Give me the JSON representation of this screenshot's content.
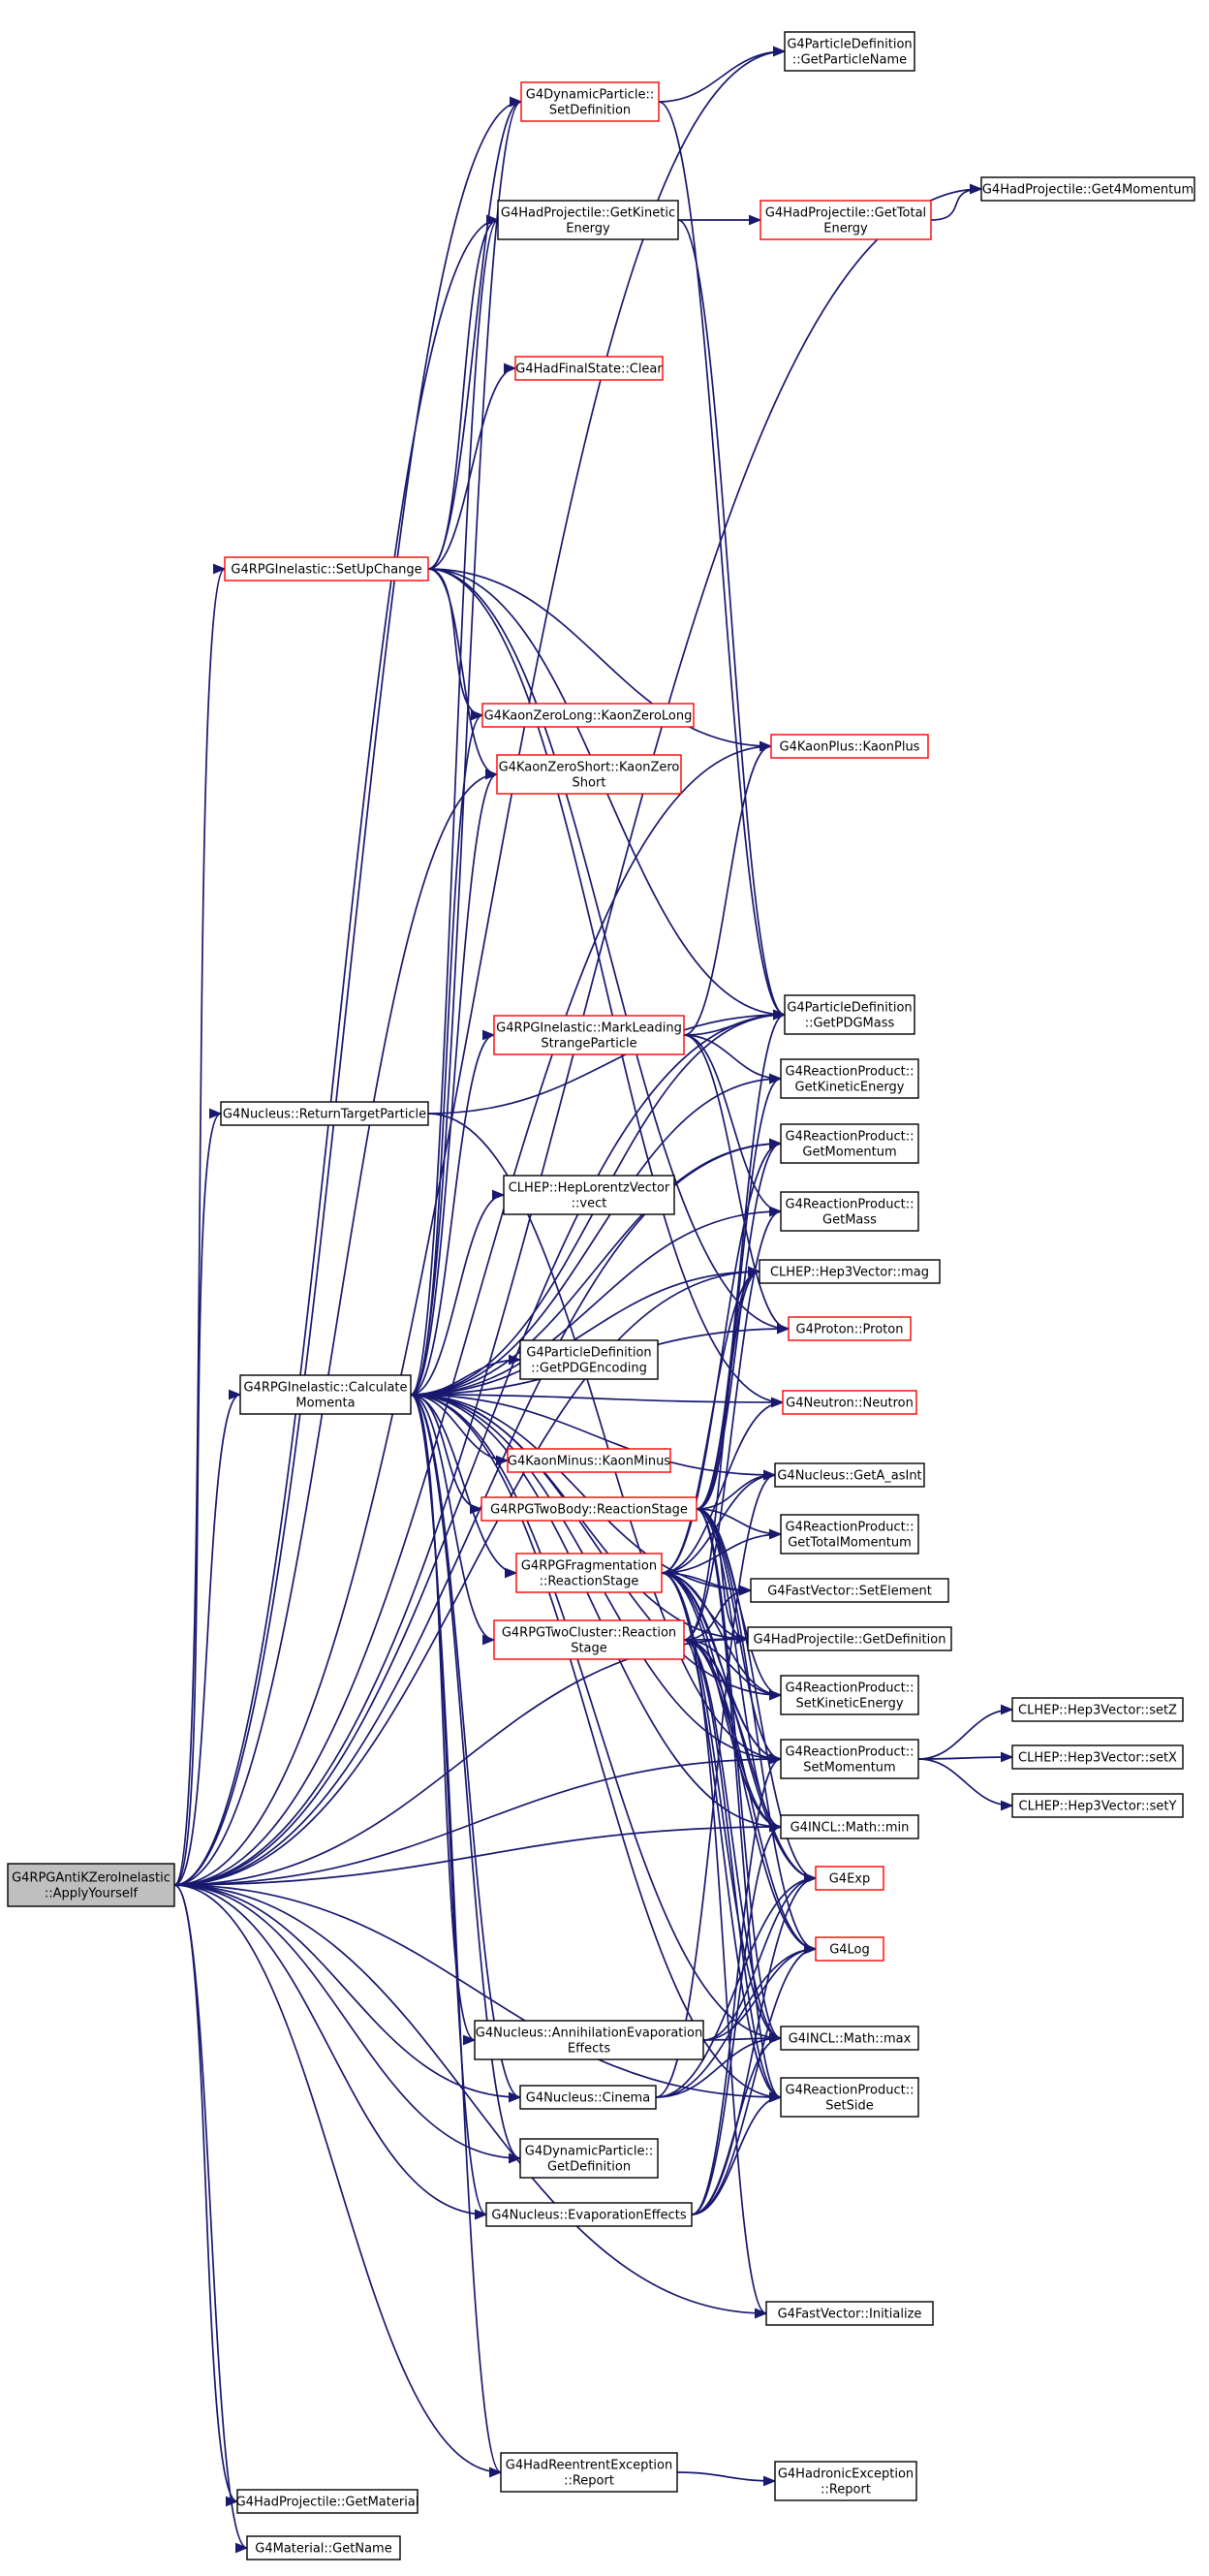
{
  "colors": {
    "edge": "#191970",
    "linked_border": "#ff0000",
    "plain_border": "#000000",
    "root_fill": "#bfbfbf"
  },
  "nodes": {
    "root": [
      "G4RPGAntiKZeroInelastic",
      "::ApplyYourself"
    ],
    "setUpChange": [
      "G4RPGInelastic::SetUpChange"
    ],
    "returnTarget": [
      "G4Nucleus::ReturnTargetParticle"
    ],
    "calcMomenta": [
      "G4RPGInelastic::Calculate",
      "Momenta"
    ],
    "hadGetMaterial": [
      "G4HadProjectile::GetMaterial"
    ],
    "matGetName": [
      "G4Material::GetName"
    ],
    "dynSetDef": [
      "G4DynamicParticle::",
      "SetDefinition"
    ],
    "hadGetKinetic": [
      "G4HadProjectile::GetKinetic",
      "Energy"
    ],
    "finalClear": [
      "G4HadFinalState::Clear"
    ],
    "kzLong": [
      "G4KaonZeroLong::KaonZeroLong"
    ],
    "kzShort": [
      "G4KaonZeroShort::KaonZero",
      "Short"
    ],
    "markLeading": [
      "G4RPGInelastic::MarkLeading",
      "StrangeParticle"
    ],
    "lorentzVect": [
      "CLHEP::HepLorentzVector",
      "::vect"
    ],
    "pdgEncoding": [
      "G4ParticleDefinition",
      "::GetPDGEncoding"
    ],
    "kaonMinus": [
      "G4KaonMinus::KaonMinus"
    ],
    "twoBody": [
      "G4RPGTwoBody::ReactionStage"
    ],
    "fragmentation": [
      "G4RPGFragmentation",
      "::ReactionStage"
    ],
    "twoCluster": [
      "G4RPGTwoCluster::Reaction",
      "Stage"
    ],
    "annihilation": [
      "G4Nucleus::AnnihilationEvaporation",
      "Effects"
    ],
    "cinema": [
      "G4Nucleus::Cinema"
    ],
    "dynGetDef": [
      "G4DynamicParticle::",
      "GetDefinition"
    ],
    "evapEffects": [
      "G4Nucleus::EvaporationEffects"
    ],
    "reentrant": [
      "G4HadReentrentException",
      "::Report"
    ],
    "getParticleName": [
      "G4ParticleDefinition",
      "::GetParticleName"
    ],
    "hadGetTotal": [
      "G4HadProjectile::GetTotal",
      "Energy"
    ],
    "hadGet4Mom": [
      "G4HadProjectile::Get4Momentum"
    ],
    "kaonPlus": [
      "G4KaonPlus::KaonPlus"
    ],
    "getPDGMass": [
      "G4ParticleDefinition",
      "::GetPDGMass"
    ],
    "rpGetKinetic": [
      "G4ReactionProduct::",
      "GetKineticEnergy"
    ],
    "rpGetMomentum": [
      "G4ReactionProduct::",
      "GetMomentum"
    ],
    "rpGetMass": [
      "G4ReactionProduct::",
      "GetMass"
    ],
    "hep3Mag": [
      "CLHEP::Hep3Vector::mag"
    ],
    "proton": [
      "G4Proton::Proton"
    ],
    "neutron": [
      "G4Neutron::Neutron"
    ],
    "getAasInt": [
      "G4Nucleus::GetA_asInt"
    ],
    "rpGetTotalMom": [
      "G4ReactionProduct::",
      "GetTotalMomentum"
    ],
    "fastSetElement": [
      "G4FastVector::SetElement"
    ],
    "hadGetDefinition": [
      "G4HadProjectile::GetDefinition"
    ],
    "rpSetKinetic": [
      "G4ReactionProduct::",
      "SetKineticEnergy"
    ],
    "rpSetMomentum": [
      "G4ReactionProduct::",
      "SetMomentum"
    ],
    "inclMin": [
      "G4INCL::Math::min"
    ],
    "g4Exp": [
      "G4Exp"
    ],
    "g4Log": [
      "G4Log"
    ],
    "inclMax": [
      "G4INCL::Math::max"
    ],
    "rpSetSide": [
      "G4ReactionProduct::",
      "SetSide"
    ],
    "fastInit": [
      "G4FastVector::Initialize"
    ],
    "hadronicReport": [
      "G4HadronicException",
      "::Report"
    ],
    "hep3SetZ": [
      "CLHEP::Hep3Vector::setZ"
    ],
    "hep3SetX": [
      "CLHEP::Hep3Vector::setX"
    ],
    "hep3SetY": [
      "CLHEP::Hep3Vector::setY"
    ]
  }
}
